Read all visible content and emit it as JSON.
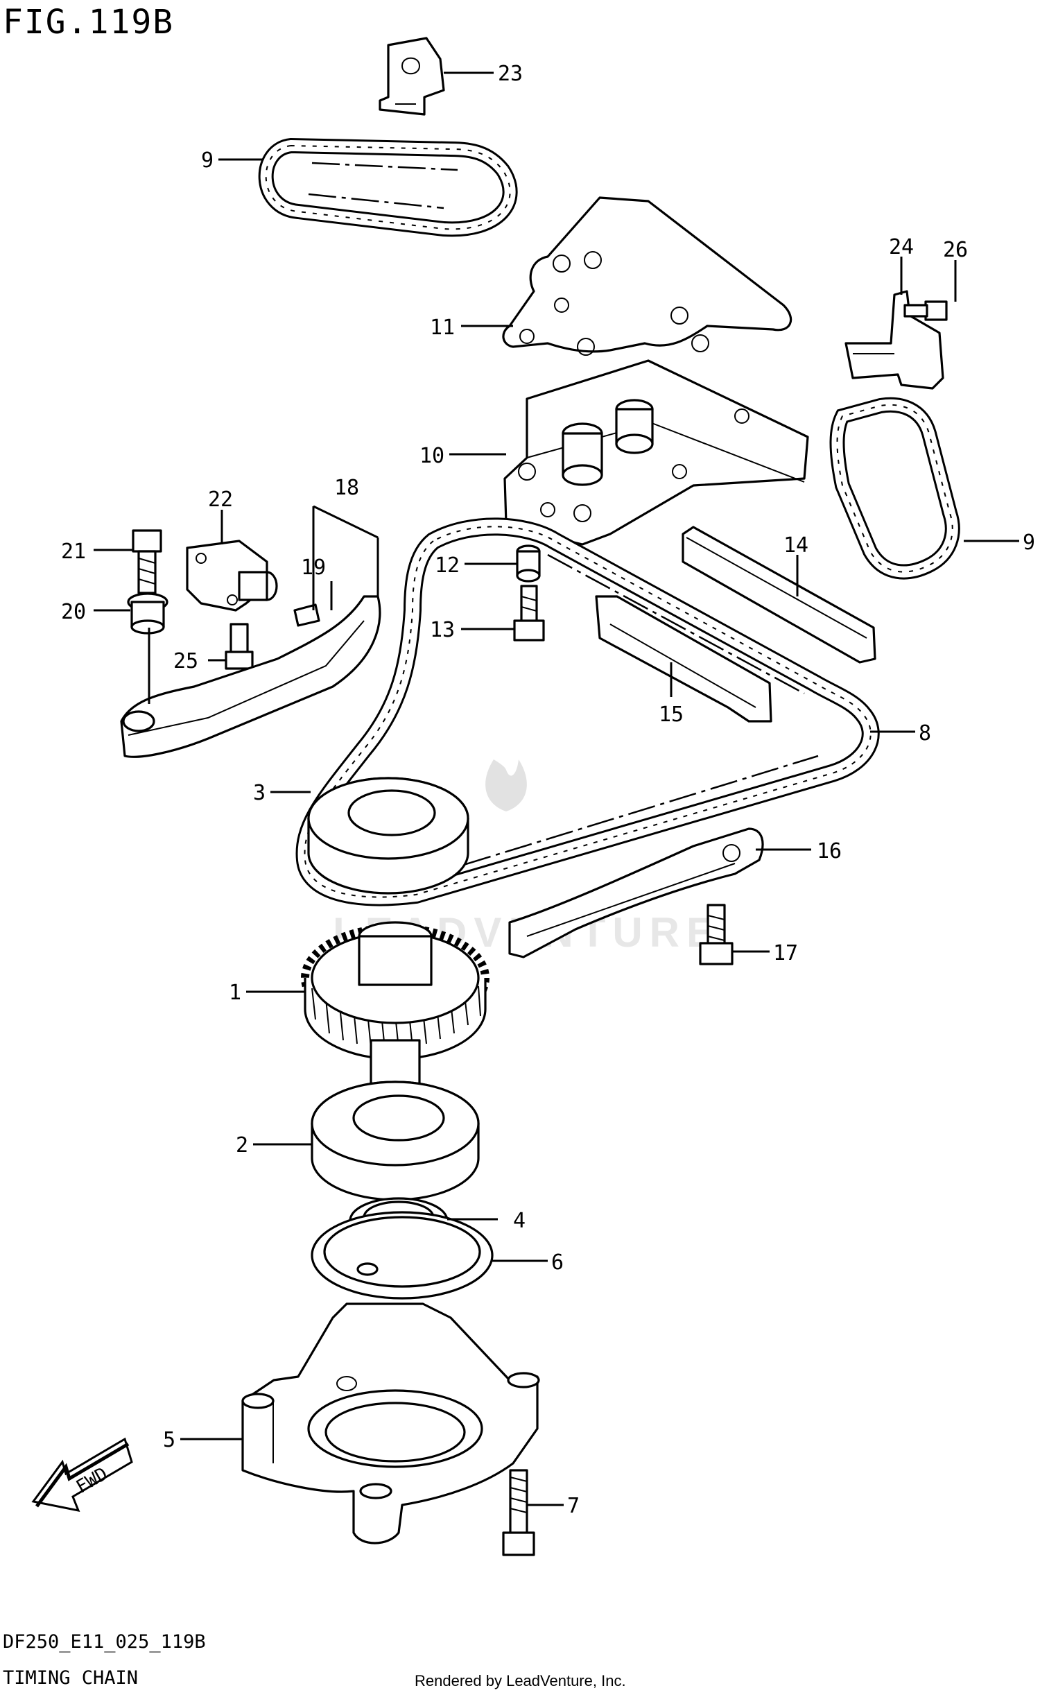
{
  "figure": {
    "title": "FIG.119B",
    "drawing_code": "DF250_E11_025_119B",
    "caption": "TIMING CHAIN",
    "render_credit": "Rendered by LeadVenture, Inc.",
    "watermark": "LEADVENTURE",
    "fwd_label": "FWD"
  },
  "callouts": [
    {
      "id": "23",
      "label": "23"
    },
    {
      "id": "9a",
      "label": "9"
    },
    {
      "id": "11",
      "label": "11"
    },
    {
      "id": "24",
      "label": "24"
    },
    {
      "id": "26",
      "label": "26"
    },
    {
      "id": "10",
      "label": "10"
    },
    {
      "id": "22",
      "label": "22"
    },
    {
      "id": "18",
      "label": "18"
    },
    {
      "id": "9b",
      "label": "9"
    },
    {
      "id": "21",
      "label": "21"
    },
    {
      "id": "19",
      "label": "19"
    },
    {
      "id": "12",
      "label": "12"
    },
    {
      "id": "14",
      "label": "14"
    },
    {
      "id": "20",
      "label": "20"
    },
    {
      "id": "13",
      "label": "13"
    },
    {
      "id": "25",
      "label": "25"
    },
    {
      "id": "15",
      "label": "15"
    },
    {
      "id": "8",
      "label": "8"
    },
    {
      "id": "3",
      "label": "3"
    },
    {
      "id": "16",
      "label": "16"
    },
    {
      "id": "17",
      "label": "17"
    },
    {
      "id": "1",
      "label": "1"
    },
    {
      "id": "2",
      "label": "2"
    },
    {
      "id": "4",
      "label": "4"
    },
    {
      "id": "6",
      "label": "6"
    },
    {
      "id": "5",
      "label": "5"
    },
    {
      "id": "7",
      "label": "7"
    }
  ]
}
